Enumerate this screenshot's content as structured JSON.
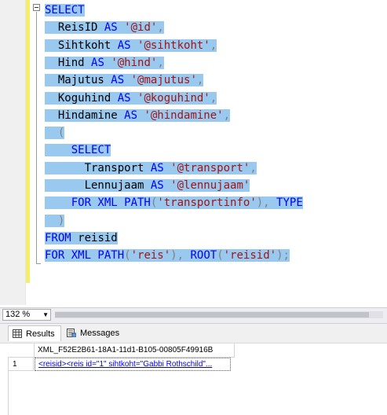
{
  "editor": {
    "lines": [
      [
        {
          "t": "SELECT",
          "c": "kw"
        }
      ],
      [
        {
          "t": "  ReisID ",
          "c": "id"
        },
        {
          "t": "AS ",
          "c": "kw"
        },
        {
          "t": "'@id'",
          "c": "str"
        },
        {
          "t": ",",
          "c": "op"
        }
      ],
      [
        {
          "t": "  Sihtkoht ",
          "c": "id"
        },
        {
          "t": "AS ",
          "c": "kw"
        },
        {
          "t": "'@sihtkoht'",
          "c": "str"
        },
        {
          "t": ",",
          "c": "op"
        }
      ],
      [
        {
          "t": "  Hind ",
          "c": "id"
        },
        {
          "t": "AS ",
          "c": "kw"
        },
        {
          "t": "'@hind'",
          "c": "str"
        },
        {
          "t": ",",
          "c": "op"
        }
      ],
      [
        {
          "t": "  Majutus ",
          "c": "id"
        },
        {
          "t": "AS ",
          "c": "kw"
        },
        {
          "t": "'@majutus'",
          "c": "str"
        },
        {
          "t": ",",
          "c": "op"
        }
      ],
      [
        {
          "t": "  Koguhind ",
          "c": "id"
        },
        {
          "t": "AS ",
          "c": "kw"
        },
        {
          "t": "'@koguhind'",
          "c": "str"
        },
        {
          "t": ",",
          "c": "op"
        }
      ],
      [
        {
          "t": "  Hindamine ",
          "c": "id"
        },
        {
          "t": "AS ",
          "c": "kw"
        },
        {
          "t": "'@hindamine'",
          "c": "str"
        },
        {
          "t": ",",
          "c": "op"
        }
      ],
      [
        {
          "t": "  (",
          "c": "op"
        }
      ],
      [
        {
          "t": "    ",
          "c": "id"
        },
        {
          "t": "SELECT",
          "c": "kw"
        }
      ],
      [
        {
          "t": "      Transport ",
          "c": "id"
        },
        {
          "t": "AS ",
          "c": "kw"
        },
        {
          "t": "'@transport'",
          "c": "str"
        },
        {
          "t": ",",
          "c": "op"
        }
      ],
      [
        {
          "t": "      Lennujaam ",
          "c": "id"
        },
        {
          "t": "AS ",
          "c": "kw"
        },
        {
          "t": "'@lennujaam'",
          "c": "str"
        }
      ],
      [
        {
          "t": "    ",
          "c": "id"
        },
        {
          "t": "FOR XML PATH",
          "c": "kw"
        },
        {
          "t": "(",
          "c": "op"
        },
        {
          "t": "'transportinfo'",
          "c": "str"
        },
        {
          "t": "), ",
          "c": "op"
        },
        {
          "t": "TYPE",
          "c": "kw"
        }
      ],
      [
        {
          "t": "  )",
          "c": "op"
        }
      ],
      [
        {
          "t": "FROM ",
          "c": "kw"
        },
        {
          "t": "reisid",
          "c": "id"
        }
      ],
      [
        {
          "t": "FOR XML PATH",
          "c": "kw"
        },
        {
          "t": "(",
          "c": "op"
        },
        {
          "t": "'reis'",
          "c": "str"
        },
        {
          "t": "), ",
          "c": "op"
        },
        {
          "t": "ROOT",
          "c": "kw"
        },
        {
          "t": "(",
          "c": "op"
        },
        {
          "t": "'reisid'",
          "c": "str"
        },
        {
          "t": ");",
          "c": "op"
        }
      ]
    ]
  },
  "zoom": {
    "value": "132 %"
  },
  "tabs": {
    "results_label": "Results",
    "messages_label": "Messages"
  },
  "grid": {
    "column_header": "XML_F52E2B61-18A1-11d1-B105-00805F49916B",
    "row_number": "1",
    "cell_value": "<reisid><reis id=\"1\" sihtkoht=\"Gabbi Rothschild\"..."
  }
}
